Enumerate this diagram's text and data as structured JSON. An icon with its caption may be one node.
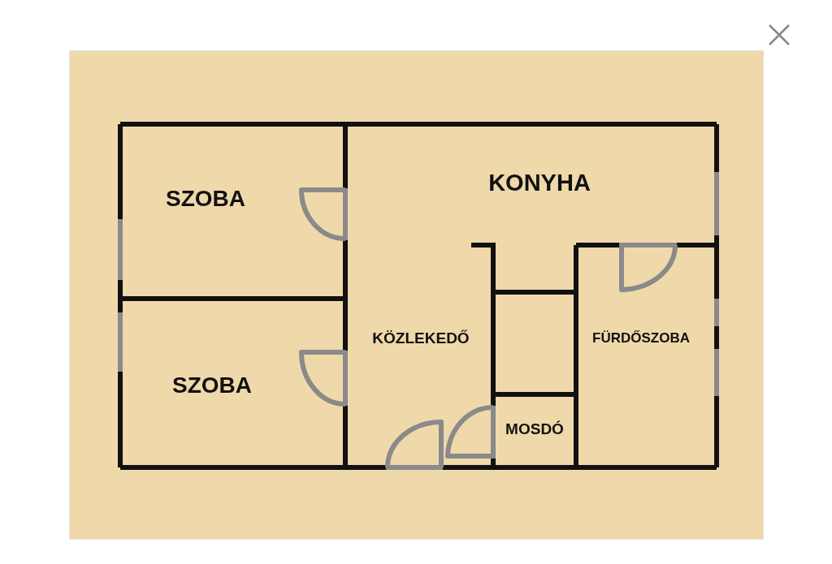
{
  "diagram": {
    "labels": [
      "SZOBA",
      "KONYHA",
      "SZOBA",
      "KÖZLEKEDŐ",
      "FÜRDŐSZOBA",
      "MOSDÓ"
    ]
  }
}
